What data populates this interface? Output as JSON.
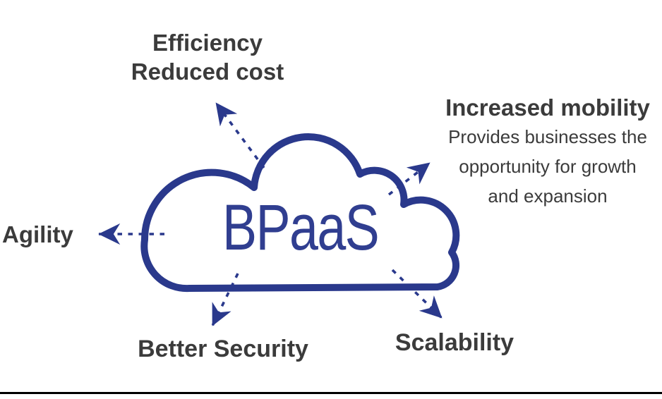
{
  "colors": {
    "navy": "#2A398C",
    "bpaas_text": "#303E90",
    "label_text": "#3B3B3B",
    "background": "#FFFFFF",
    "bottom_divider": "#000000"
  },
  "cloud": {
    "label": "BPaaS"
  },
  "benefits": {
    "efficiency": {
      "line1": "Efficiency",
      "line2": "Reduced cost"
    },
    "increased_mobility": {
      "title": "Increased mobility",
      "description_lines": [
        "Provides businesses the",
        "opportunity for growth",
        "and expansion"
      ]
    },
    "agility": {
      "label": "Agility"
    },
    "better_security": {
      "label": "Better Security"
    },
    "scalability": {
      "label": "Scalability"
    }
  }
}
